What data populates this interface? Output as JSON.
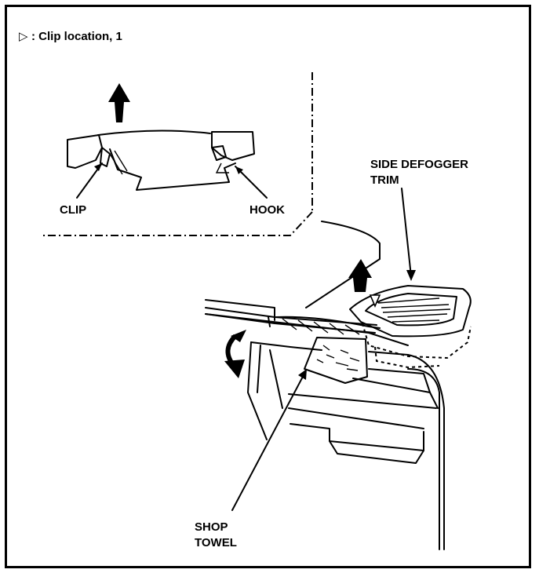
{
  "header": {
    "symbol": "▷",
    "title": ": Clip location, 1"
  },
  "labels": {
    "clip": "CLIP",
    "hook": "HOOK",
    "side_defogger_line1": "SIDE DEFOGGER",
    "side_defogger_line2": "TRIM",
    "shop_towel_line1": "SHOP",
    "shop_towel_line2": "TOWEL"
  },
  "colors": {
    "ink": "#000000",
    "paper": "#ffffff"
  }
}
